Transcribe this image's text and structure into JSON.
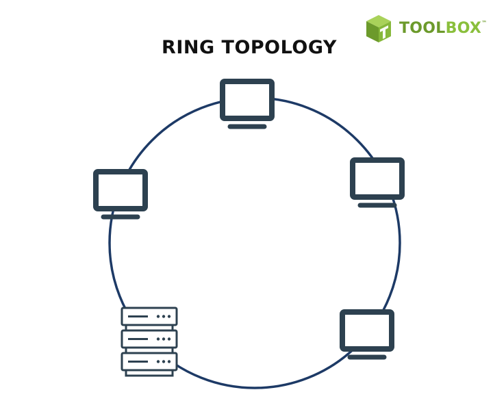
{
  "title": "RING TOPOLOGY",
  "logo": {
    "part1": "TOOL",
    "part2": "BOX",
    "tm": "™"
  },
  "nodes": [
    {
      "icon": "monitor-icon",
      "label": ""
    },
    {
      "icon": "monitor-icon",
      "label": ""
    },
    {
      "icon": "monitor-icon",
      "label": ""
    },
    {
      "icon": "monitor-icon",
      "label": ""
    },
    {
      "icon": "server-icon",
      "label": ""
    }
  ],
  "colors": {
    "ring": "#1d3a66",
    "device": "#2d4150",
    "logo_green": "#6c9a2b",
    "logo_light": "#8abf3c"
  }
}
